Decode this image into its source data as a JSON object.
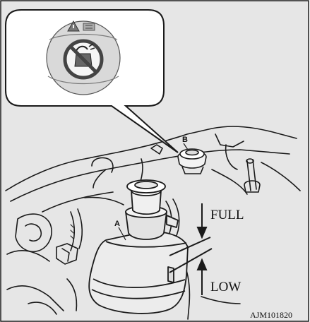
{
  "labels": {
    "a": "A",
    "b": "B",
    "full": "FULL",
    "low": "LOW",
    "figure_code": "AJM101820"
  },
  "icons": {
    "callout_symbol": "no-open-when-hot-icon",
    "cap_warning": "warning-triangle-icon"
  },
  "colors": {
    "background": "#ffffff",
    "panel": "#e6e6e6",
    "line": "#1a1a1a",
    "reservoir_fill": "#ececec"
  }
}
